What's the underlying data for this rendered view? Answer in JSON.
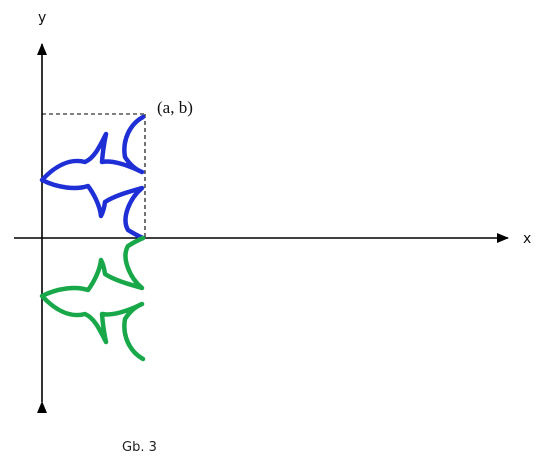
{
  "axes": {
    "x_label": "x",
    "y_label": "y"
  },
  "point_label": "(a, b)",
  "caption": "Gb. 3",
  "colors": {
    "axis": "#000000",
    "guide": "#000000",
    "original_shape": "#1f2fd6",
    "reflected_shape": "#18a84a"
  }
}
